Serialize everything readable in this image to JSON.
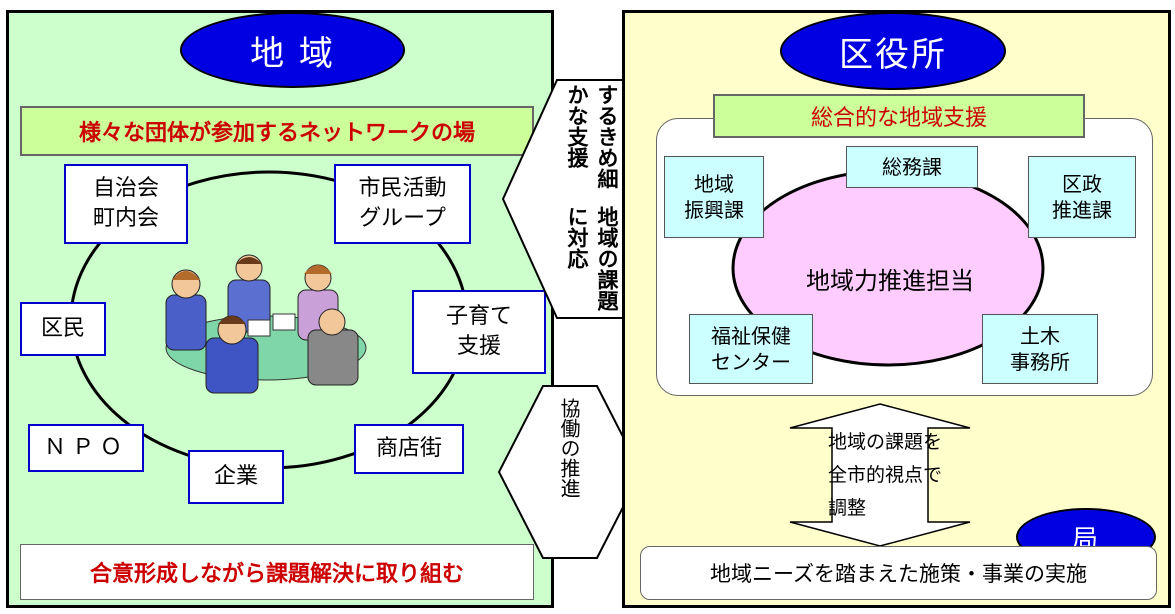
{
  "left": {
    "title": "地 域",
    "banner": "様々な団体が参加するネットワークの場",
    "groups": {
      "jichikai": "自治会\n町内会",
      "shimin": "市民活動\nグループ",
      "kumin": "区民",
      "kosodate": "子育て\n支援",
      "npo": "ＮＰＯ",
      "kigyo": "企業",
      "shotengai": "商店街"
    },
    "bottom": "合意形成しながら課題解決に取り組む"
  },
  "middle": {
    "top_arrow_line1": "地域の課題に対応",
    "top_arrow_line2": "するきめ細かな支援",
    "hexagon": "協働の推進"
  },
  "right": {
    "title": "区役所",
    "banner": "総合的な地域支援",
    "center": "地域力推進担当",
    "depts": {
      "somu": "総務課",
      "shinko": "地域\n振興課",
      "kusei": "区政\n推進課",
      "fukushi": "福祉保健\nセンター",
      "doboku": "土木\n事務所"
    },
    "arrow_text": "地域の課題を\n全市的視点で\n調整",
    "kyoku": "局",
    "bottom": "地域ニーズを踏まえた施策・事業の実施"
  },
  "colors": {
    "left_bg": "#ccffcc",
    "right_bg": "#ffffcc",
    "title_oval": "#0000e0",
    "accent_red": "#cc0000",
    "dept_box": "#ccffff",
    "ellipse_pink": "#ffccff"
  }
}
